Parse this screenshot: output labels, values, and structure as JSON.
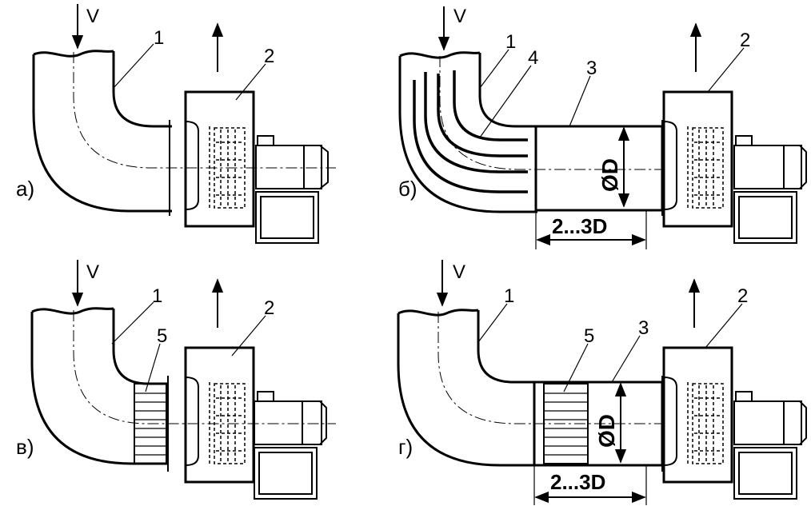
{
  "panels": [
    {
      "id": "a",
      "label": "а)",
      "flow": "V",
      "callouts": [
        "1",
        "2"
      ]
    },
    {
      "id": "b",
      "label": "б)",
      "callouts": [
        "1",
        "4",
        "3",
        "2"
      ],
      "diameter": "ØD",
      "dimension": "2...3D"
    },
    {
      "id": "v",
      "label": "в)",
      "flow": "V",
      "callouts": [
        "1",
        "5",
        "2"
      ]
    },
    {
      "id": "g",
      "label": "г)",
      "flow": "V",
      "callouts": [
        "1",
        "5",
        "3",
        "2"
      ],
      "diameter": "ØD",
      "dimension": "2...3D"
    }
  ]
}
